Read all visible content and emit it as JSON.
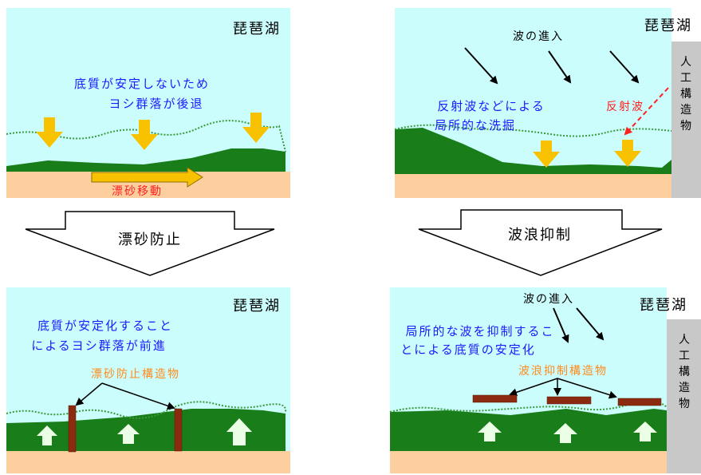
{
  "colors": {
    "sky": "#ccfdfd",
    "sand": "#fdcf9e",
    "reed": "#197d19",
    "reed_edge": "#3a9a3a",
    "arrow_down": "#f8c200",
    "arrow_up": "#ebffe6",
    "structure_wall": "#c8c8c8",
    "stake": "#8b2a10",
    "text_blue": "#1a1aff",
    "text_orange": "#ff8a1a",
    "text_red": "#ff2020",
    "text_black": "#000000"
  },
  "panel_tl": {
    "lake": "琵琶湖",
    "caption_line1": "底質が安定しないため",
    "caption_line2": "ヨシ群落が後退",
    "drift_label": "漂砂移動"
  },
  "panel_tr": {
    "lake": "琵琶湖",
    "wave_in": "波の進入",
    "caption_line1": "反射波などによる",
    "caption_line2": "局所的な洗掘",
    "reflected": "反射波",
    "structure": "人工構造物"
  },
  "panel_bl": {
    "lake": "琵琶湖",
    "caption_line1": "底質が安定化すること",
    "caption_line2": "によるヨシ群落が前進",
    "structure_label": "漂砂防止構造物"
  },
  "panel_br": {
    "lake": "琵琶湖",
    "wave_in": "波の進入",
    "caption_line1": "局所的な波を抑制するこ",
    "caption_line2": "とによる底質の安定化",
    "structure_label": "波浪抑制構造物",
    "structure": "人工構造物"
  },
  "arrows": {
    "left_label": "漂砂防止",
    "right_label": "波浪抑制"
  }
}
